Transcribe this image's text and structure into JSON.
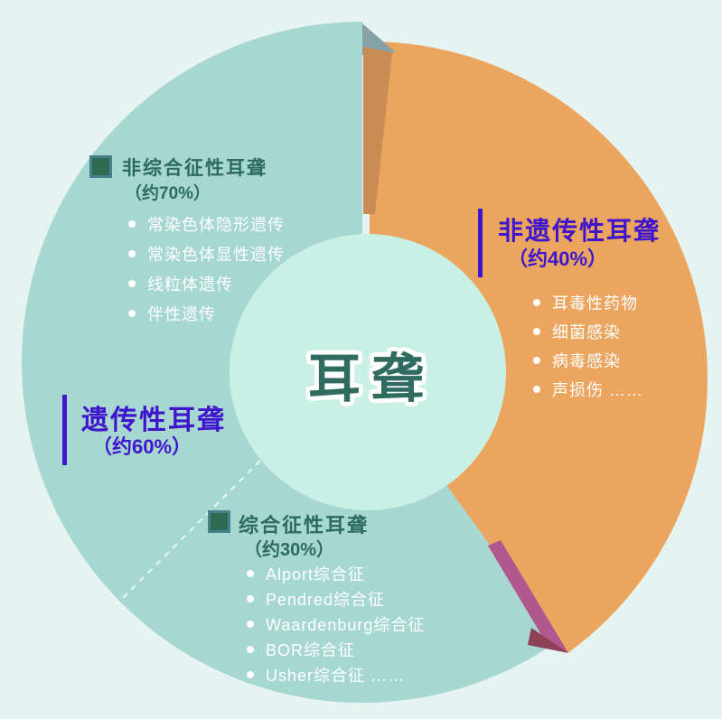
{
  "center": {
    "title": "耳聋"
  },
  "sections": {
    "nonsyndromic": {
      "heading": "非综合征性耳聋",
      "pct": "（约70%）",
      "items": [
        "常染色体隐形遗传",
        "常染色体显性遗传",
        "线粒体遗传",
        "伴性遗传"
      ]
    },
    "syndromic": {
      "heading": "综合征性耳聋",
      "pct": "（约30%）",
      "items": [
        "Alport综合征",
        "Pendred综合征",
        "Waardenburg综合征",
        "BOR综合征",
        "Usher综合征  ……"
      ]
    },
    "hereditary": {
      "heading": "遗传性耳聋",
      "pct": "（约60%）"
    },
    "nonhereditary": {
      "heading": "非遗传性耳聋",
      "pct": "（约40%）",
      "items": [
        "耳毒性药物",
        "细菌感染",
        "病毒感染",
        "声损伤  ……"
      ]
    }
  },
  "chart_data": {
    "type": "pie",
    "title": "耳聋",
    "legend_position": "none",
    "slices": [
      {
        "label": "遗传性耳聋",
        "approx_label": "约60%",
        "value": 60,
        "color": "#a7d7d1",
        "children": [
          {
            "label": "非综合征性耳聋",
            "approx_label": "约70%",
            "value": 70,
            "items": [
              "常染色体隐形遗传",
              "常染色体显性遗传",
              "线粒体遗传",
              "伴性遗传"
            ]
          },
          {
            "label": "综合征性耳聋",
            "approx_label": "约30%",
            "value": 30,
            "items": [
              "Alport综合征",
              "Pendred综合征",
              "Waardenburg综合征",
              "BOR综合征",
              "Usher综合征  ……"
            ]
          }
        ]
      },
      {
        "label": "非遗传性耳聋",
        "approx_label": "约40%",
        "value": 40,
        "color": "#eba55f",
        "items": [
          "耳毒性药物",
          "细菌感染",
          "病毒感染",
          "声损伤  ……"
        ]
      }
    ]
  },
  "colors": {
    "background": "#e6f4f1",
    "hereditary_slice": "#a7d7d1",
    "nonhereditary_slice": "#eba55f",
    "center_circle": "#c9f0e4",
    "center_text": "#2f6b5e",
    "teal_heading": "#2c6b5f",
    "purple_heading": "#3f16cc",
    "list_text": "#ffffff",
    "legend_square_fill": "#2e6a52",
    "legend_square_border": "#47818d",
    "shadow_top": "#87a1a8",
    "shadow_strip": "#c98d53",
    "shadow_magenta": "#b1568e",
    "shadow_maroon": "#8e4158",
    "dashed_line": "#e8f7f2"
  }
}
